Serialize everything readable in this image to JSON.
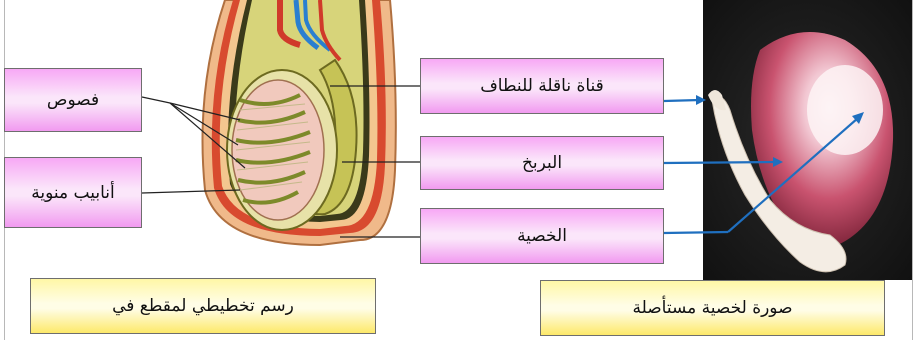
{
  "labels": {
    "lobes": "فصوص",
    "tubules": "أنابيب منوية",
    "vas_deferens": "قناة ناقلة للنطاف",
    "epididymis": "البربخ",
    "testis": "الخصية"
  },
  "captions": {
    "diagram": "رسم تخطيطي لمقطع في",
    "photo": "صورة لخصية مستأصلة"
  },
  "colors": {
    "label_pink": "#f7a8f5",
    "caption_yellow": "#fff7a6",
    "arrow_blue": "#1f6fbf"
  }
}
